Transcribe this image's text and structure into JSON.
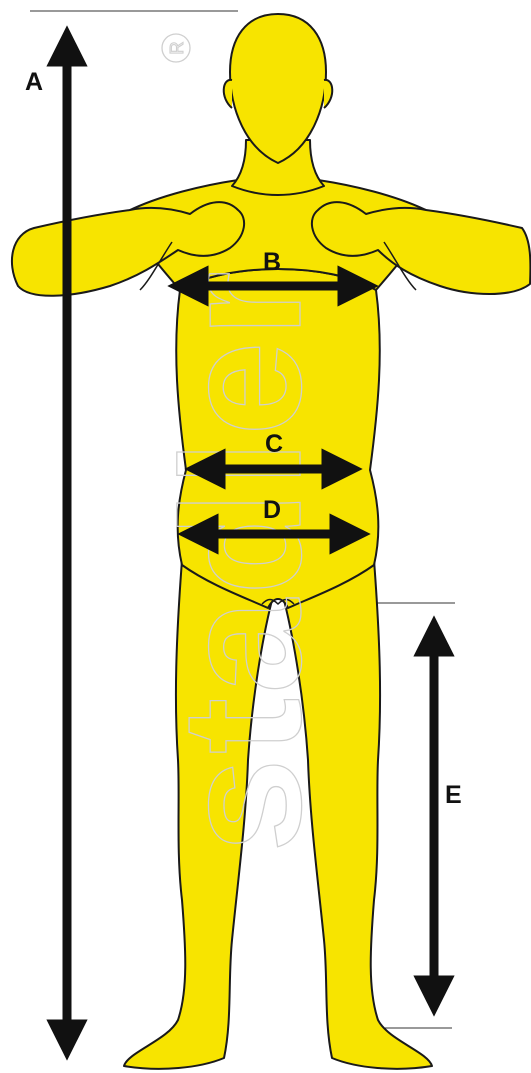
{
  "diagram": {
    "labels": {
      "a": "A",
      "b": "B",
      "c": "C",
      "d": "D",
      "e": "E"
    },
    "watermark": "stadler",
    "registered_mark": "R",
    "colors": {
      "figure_fill": "#f7e400",
      "figure_outline": "#1a1a1a",
      "arrow": "#111111",
      "watermark_stroke": "#cfcfcf"
    }
  }
}
